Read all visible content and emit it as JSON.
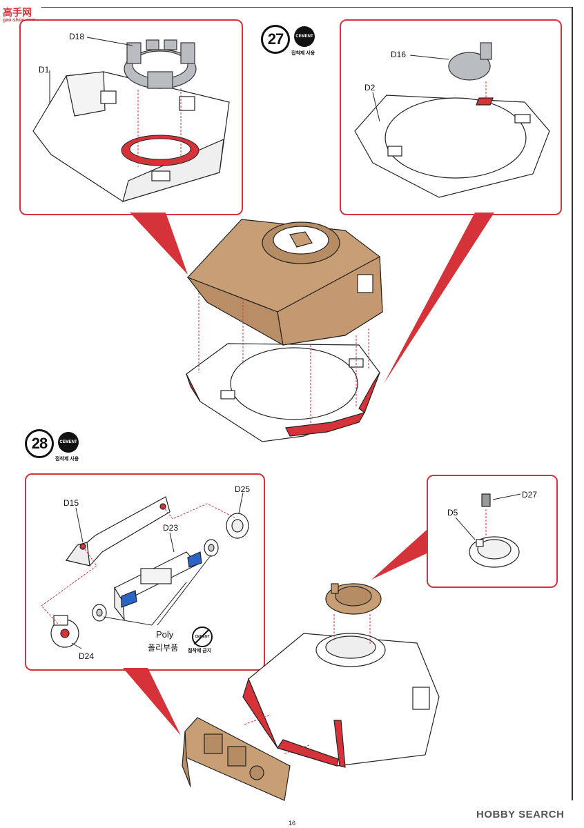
{
  "watermark": {
    "site": "高手网",
    "url": "gao-shou.com"
  },
  "steps": [
    {
      "number": "27",
      "cement_badge": "CEMENT",
      "cement_note": "접착제 사용"
    },
    {
      "number": "28",
      "cement_badge": "CEMENT",
      "cement_note": "접착제 사용"
    }
  ],
  "parts": {
    "d1": "D1",
    "d18": "D18",
    "d16": "D16",
    "d2": "D2",
    "d15": "D15",
    "d25": "D25",
    "d23": "D23",
    "d24": "D24",
    "d5": "D5",
    "d27": "D27"
  },
  "poly": {
    "label": "Poly",
    "label_ko": "폴리부품",
    "nocement_badge": "CEMENT",
    "nocement_note": "접착제 금지"
  },
  "page_number": "16",
  "brand": "HOBBY SEARCH",
  "colors": {
    "accent": "#d6323a",
    "tan": "#c89e74",
    "grey": "#b9bcc0",
    "blue": "#2a64c8"
  }
}
